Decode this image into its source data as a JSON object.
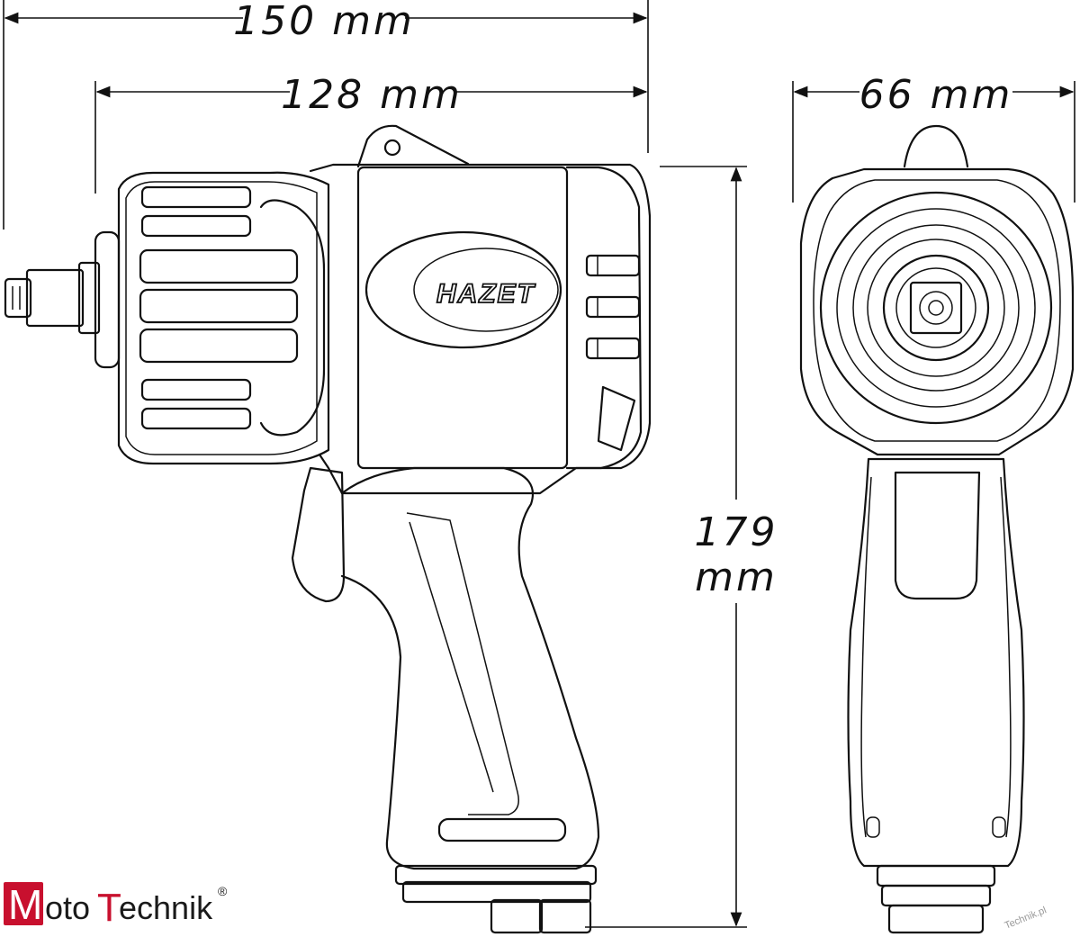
{
  "dimensions": {
    "overall_length": "150 mm",
    "body_length": "128 mm",
    "width": "66 mm",
    "height_value": "179",
    "height_unit": "mm"
  },
  "tool": {
    "brand": "HAZET"
  },
  "watermark": {
    "logo_m": "M",
    "logo_oto": "oto",
    "logo_t": "T",
    "logo_echnik": "echnik",
    "registered": "®",
    "corner_text": "Technik.pl"
  }
}
